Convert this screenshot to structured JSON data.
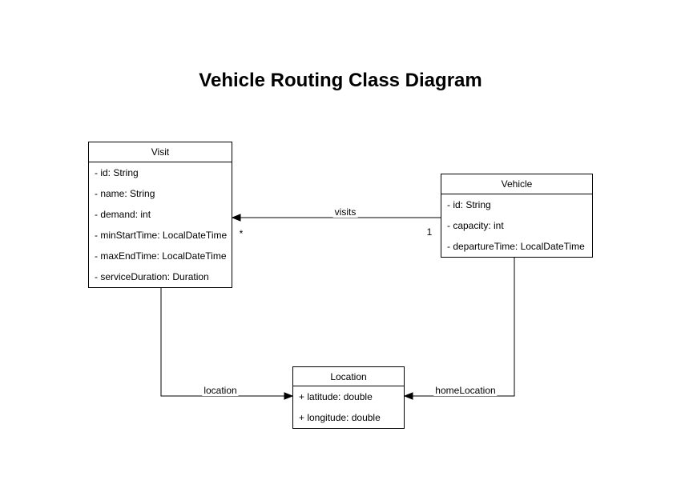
{
  "title": "Vehicle Routing Class Diagram",
  "classes": {
    "visit": {
      "name": "Visit",
      "attributes": [
        "- id: String",
        "- name: String",
        "- demand: int",
        "- minStartTime: LocalDateTime",
        "- maxEndTime: LocalDateTime",
        "- serviceDuration: Duration"
      ]
    },
    "vehicle": {
      "name": "Vehicle",
      "attributes": [
        "- id: String",
        "- capacity: int",
        "- departureTime: LocalDateTime"
      ]
    },
    "location": {
      "name": "Location",
      "attributes": [
        "+ latitude: double",
        "+ longitude: double"
      ]
    }
  },
  "edges": {
    "visits": {
      "label": "visits",
      "source_multiplicity": "1",
      "target_multiplicity": "*"
    },
    "location": {
      "label": "location"
    },
    "homeLocation": {
      "label": "homeLocation"
    }
  },
  "colors": {
    "stroke": "#000000",
    "fill": "#ffffff",
    "background": "#ffffff"
  }
}
